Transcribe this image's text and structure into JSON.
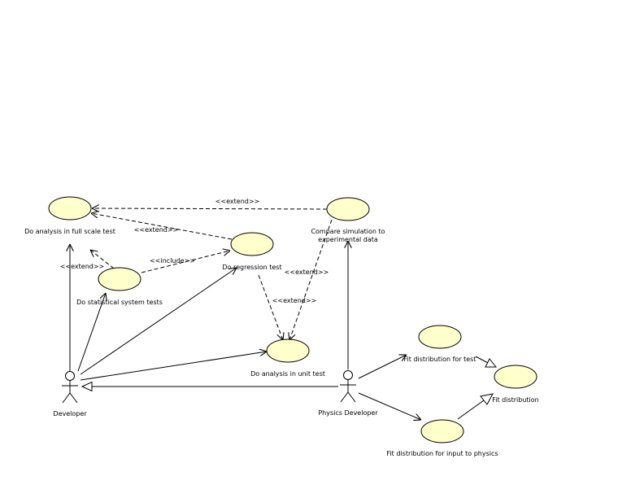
{
  "actors": {
    "developer": "Developer",
    "physics_developer": "Physics Developer"
  },
  "use_cases": {
    "full_scale": "Do analysis in full scale test",
    "compare_sim_line1": "Compare simulation to",
    "compare_sim_line2": "experimental data",
    "regression": "Do regression test",
    "statistical": "Do statistical system tests",
    "unit_test": "Do analysis in unit test",
    "fit_dist_test": "Fit distribution for test",
    "fit_dist": "Fit distribution",
    "fit_dist_input": "Fit distribution for input to physics"
  },
  "stereotypes": {
    "extend_compare_to_full": "<<extend>>",
    "extend_regression_to_full": "<<extend>>",
    "extend_stat_to_full": "<<extend>>",
    "include_stat_regression": "<<include>>",
    "extend_compare_to_unit": "<<extend>>",
    "extend_regression_to_unit": "<<extend>>"
  }
}
